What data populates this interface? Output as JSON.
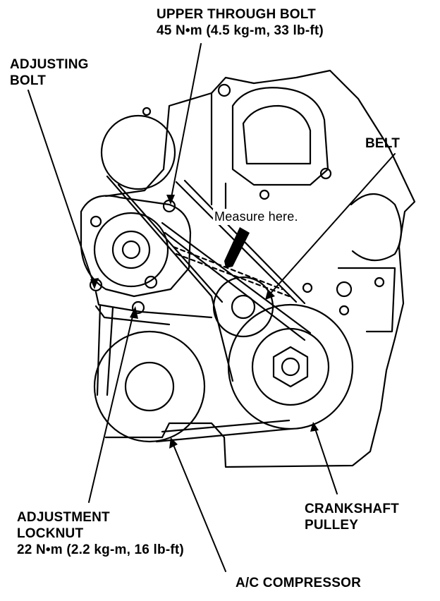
{
  "labels": {
    "upper_through_bolt": {
      "title": "UPPER THROUGH BOLT",
      "torque": "45 N•m (4.5 kg-m, 33 lb-ft)"
    },
    "adjusting_bolt": {
      "line1": "ADJUSTING",
      "line2": "BOLT"
    },
    "belt": "BELT",
    "measure_here": "Measure here.",
    "adjustment_locknut": {
      "line1": "ADJUSTMENT",
      "line2": "LOCKNUT",
      "torque": "22 N•m (2.2 kg-m, 16 lb-ft)"
    },
    "crankshaft_pulley": {
      "line1": "CRANKSHAFT",
      "line2": "PULLEY"
    },
    "ac_compressor": "A/C COMPRESSOR"
  },
  "colors": {
    "ink": "#000000",
    "paper": "#ffffff"
  }
}
